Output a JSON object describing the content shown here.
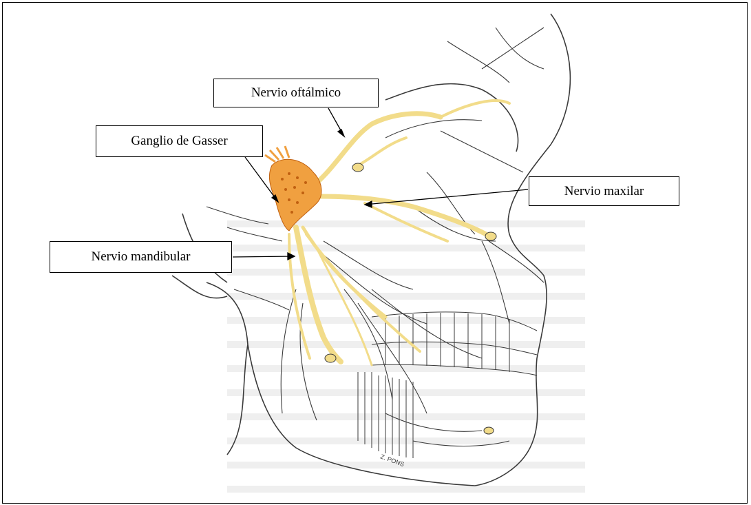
{
  "labels": {
    "ophthalmic": "Nervio oftálmico",
    "gasser": "Ganglio de Gasser",
    "maxillary": "Nervio maxilar",
    "mandibular": "Nervio mandibular"
  },
  "colors": {
    "nerve_yellow": "#f2dc8a",
    "ganglion_orange": "#f0a040",
    "nerve_line": "#3a3a3a"
  }
}
